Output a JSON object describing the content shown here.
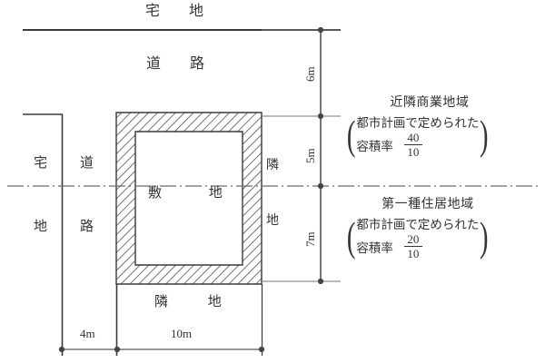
{
  "diagram": {
    "title_labels": {
      "takuchi_top": "宅 地",
      "douro_top": "道 路",
      "takuchi_left_a": "宅",
      "takuchi_left_b": "地",
      "douro_left_a": "道",
      "douro_left_b": "路",
      "shikichi": "敷 地",
      "rinchi_right_a": "隣",
      "rinchi_right_b": "地",
      "rinchi_bottom": "隣 地"
    },
    "vertical_dimensions": [
      {
        "name": "6m",
        "label": "6m"
      },
      {
        "name": "5m",
        "label": "5m"
      },
      {
        "name": "7m",
        "label": "7m"
      }
    ],
    "horizontal_dimensions": [
      {
        "name": "4m",
        "label": "4m"
      },
      {
        "name": "10m",
        "label": "10m"
      }
    ],
    "zones": [
      {
        "id": "kinrin-shogyo",
        "title": "近隣商業地域",
        "note_line1": "都市計画で定められた",
        "note_line2": "容積率",
        "ratio_numerator": "40",
        "ratio_denominator": "10"
      },
      {
        "id": "dai-isshu-jukyo",
        "title": "第一種住居地域",
        "note_line1": "都市計画で定められた",
        "note_line2": "容積率",
        "ratio_numerator": "20",
        "ratio_denominator": "10"
      }
    ],
    "colors": {
      "line": "#3a3a3a",
      "hatch": "#555555",
      "dimension": "#555555",
      "background": "#ffffff"
    }
  }
}
